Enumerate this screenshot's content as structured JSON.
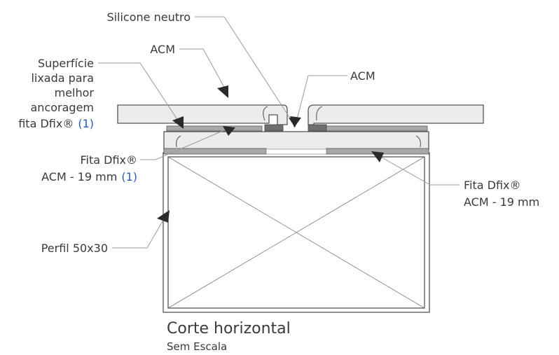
{
  "labels": {
    "silicone": "Silicone neutro",
    "acm_left": "ACM",
    "acm_right": "ACM",
    "superficie": [
      "Superfície",
      "lixada para",
      "melhor",
      "ancoragem",
      "fita Dfix®"
    ],
    "superficie_ref": "(1)",
    "fita_left_line1": "Fita Dfix®",
    "fita_left_line2": "ACM - 19 mm",
    "fita_left_ref": "(1)",
    "fita_right_line1": "Fita Dfix®",
    "fita_right_line2": "ACM - 19 mm",
    "perfil": "Perfil 50x30"
  },
  "caption": {
    "title": "Corte horizontal",
    "subtitle": "Sem Escala"
  },
  "colors": {
    "reference_blue": "#2a5bb8",
    "text": "#3a3a3a",
    "leader": "#9a9a9a"
  }
}
